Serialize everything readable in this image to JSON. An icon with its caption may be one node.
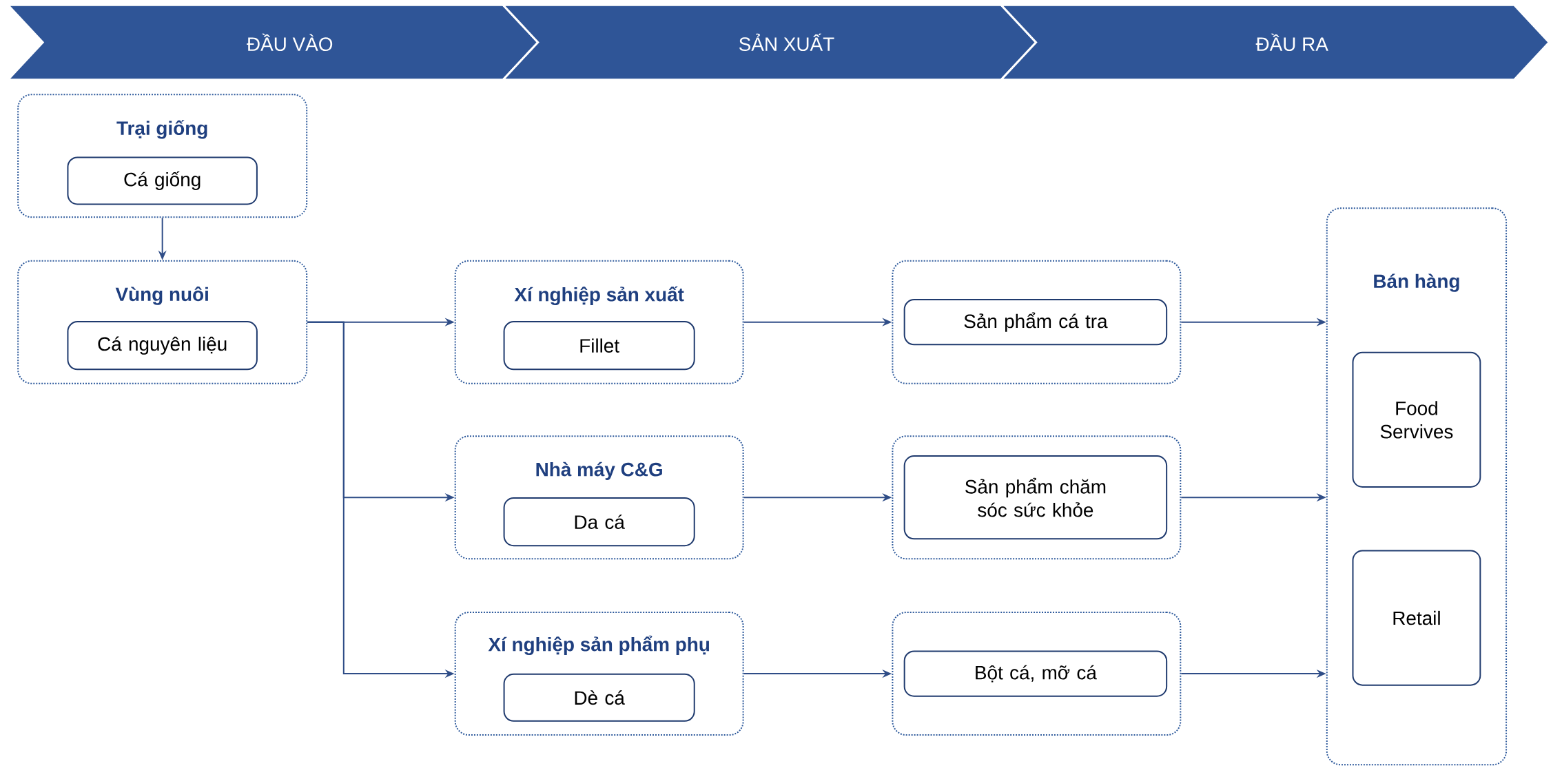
{
  "diagram": {
    "nodes": [
      {
        "text": [
          "ĐẦU VÀO"
        ]
      },
      {
        "text": [
          "SẢN XUẤT"
        ]
      },
      {
        "text": [
          "ĐẦU RA"
        ]
      },
      {
        "text": [
          "Trại giống"
        ]
      },
      {
        "text": [
          "Cá giống"
        ],
        "in": 3
      },
      {
        "text": [
          "Vùng nuôi"
        ]
      },
      {
        "text": [
          "Cá nguyên liệu"
        ],
        "in": 5
      },
      {
        "text": [
          "Xí nghiệp sản xuất"
        ]
      },
      {
        "text": [
          "Fillet"
        ],
        "in": 7
      },
      {
        "text": [
          "Nhà máy C&G"
        ]
      },
      {
        "text": [
          "Da cá"
        ],
        "in": 9
      },
      {
        "text": [
          "Xí nghiệp sản phẩm phụ"
        ]
      },
      {
        "text": [
          "Dè cá"
        ],
        "in": 11
      },
      {
        "text": [],
        "shape": "box"
      },
      {
        "text": [
          "Sản phẩm cá tra"
        ],
        "in": 13
      },
      {
        "text": [],
        "shape": "box"
      },
      {
        "text": [
          "Sản phẩm chăm sóc sức khỏe"
        ],
        "in": 15
      },
      {
        "text": [],
        "shape": "box"
      },
      {
        "text": [
          "Bột cá, mỡ cá"
        ],
        "in": 17
      },
      {
        "text": [
          "Bán hàng"
        ]
      },
      {
        "text": [
          "Food Servives"
        ],
        "in": 19
      },
      {
        "text": [
          "Retail"
        ],
        "in": 19
      }
    ],
    "edges": [
      {
        "from": 3,
        "to": 5,
        "arrow": "to"
      },
      {
        "from": 5,
        "to": 7,
        "arrow": "to"
      },
      {
        "from": 5,
        "to": 9,
        "arrow": "to"
      },
      {
        "from": 5,
        "to": 11,
        "arrow": "to"
      },
      {
        "from": 7,
        "to": 13,
        "arrow": "to"
      },
      {
        "from": 9,
        "to": 15,
        "arrow": "to"
      },
      {
        "from": 11,
        "to": 17,
        "arrow": "to"
      },
      {
        "from": 13,
        "to": 19,
        "arrow": "to"
      },
      {
        "from": 15,
        "to": 19,
        "arrow": "to"
      },
      {
        "from": 17,
        "to": 19,
        "arrow": "to"
      }
    ]
  }
}
